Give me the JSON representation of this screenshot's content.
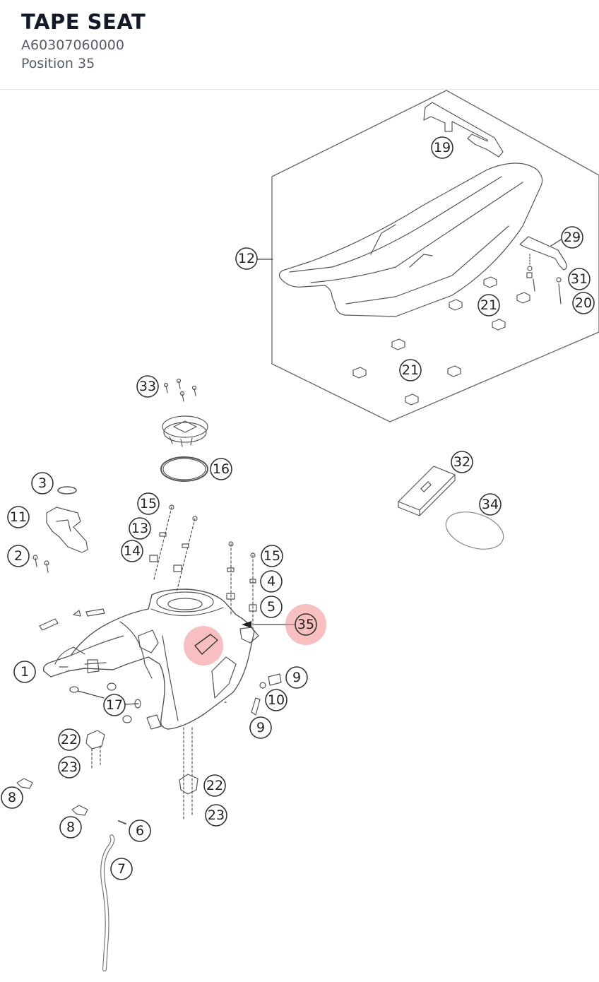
{
  "header": {
    "title": "TAPE SEAT",
    "part_number": "A60307060000",
    "position_text": "Position 35"
  },
  "diagram": {
    "highlighted_callout": "35",
    "highlight_color": "#f08a8a",
    "line_color": "#555555",
    "callouts": [
      {
        "id": "c19",
        "label": "19"
      },
      {
        "id": "c12",
        "label": "12"
      },
      {
        "id": "c29",
        "label": "29"
      },
      {
        "id": "c31",
        "label": "31"
      },
      {
        "id": "c20",
        "label": "20"
      },
      {
        "id": "c21a",
        "label": "21"
      },
      {
        "id": "c21b",
        "label": "21"
      },
      {
        "id": "c33",
        "label": "33"
      },
      {
        "id": "c16",
        "label": "16"
      },
      {
        "id": "c32",
        "label": "32"
      },
      {
        "id": "c34",
        "label": "34"
      },
      {
        "id": "c3",
        "label": "3"
      },
      {
        "id": "c11",
        "label": "11"
      },
      {
        "id": "c15a",
        "label": "15"
      },
      {
        "id": "c13",
        "label": "13"
      },
      {
        "id": "c14",
        "label": "14"
      },
      {
        "id": "c2",
        "label": "2"
      },
      {
        "id": "c15b",
        "label": "15"
      },
      {
        "id": "c4",
        "label": "4"
      },
      {
        "id": "c5",
        "label": "5"
      },
      {
        "id": "c35",
        "label": "35"
      },
      {
        "id": "c1",
        "label": "1"
      },
      {
        "id": "c9a",
        "label": "9"
      },
      {
        "id": "c10",
        "label": "10"
      },
      {
        "id": "c17",
        "label": "17"
      },
      {
        "id": "c9b",
        "label": "9"
      },
      {
        "id": "c22a",
        "label": "22"
      },
      {
        "id": "c23a",
        "label": "23"
      },
      {
        "id": "c22b",
        "label": "22"
      },
      {
        "id": "c8a",
        "label": "8"
      },
      {
        "id": "c23b",
        "label": "23"
      },
      {
        "id": "c8b",
        "label": "8"
      },
      {
        "id": "c6",
        "label": "6"
      },
      {
        "id": "c7",
        "label": "7"
      }
    ]
  }
}
